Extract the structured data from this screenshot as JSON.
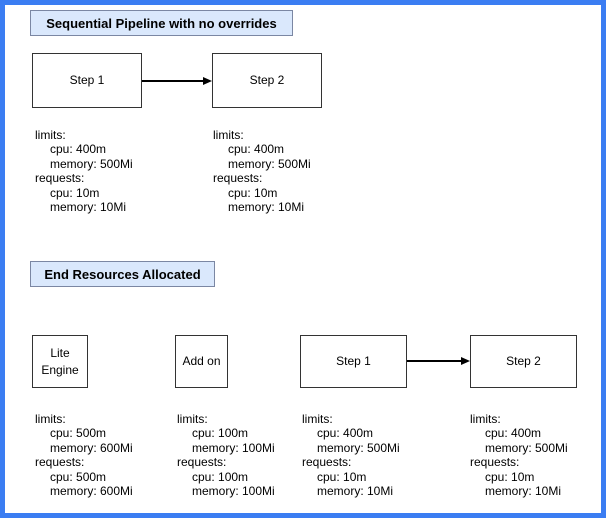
{
  "colors": {
    "frame_border": "#3b7df2",
    "title_fill": "#dae8fc",
    "title_border": "#7b87a3",
    "node_border": "#333333"
  },
  "section1": {
    "title": "Sequential Pipeline with no overrides",
    "nodes": {
      "step1": "Step 1",
      "step2": "Step 2"
    },
    "blocks": {
      "step1": {
        "lines": [
          "limits:",
          "cpu: 400m",
          "memory: 500Mi",
          "requests:",
          "cpu: 10m",
          "memory: 10Mi"
        ]
      },
      "step2": {
        "lines": [
          "limits:",
          "cpu: 400m",
          "memory: 500Mi",
          "requests:",
          "cpu: 10m",
          "memory: 10Mi"
        ]
      }
    }
  },
  "section2": {
    "title": "End Resources Allocated",
    "nodes": {
      "lite_engine_line1": "Lite",
      "lite_engine_line2": "Engine",
      "addon": "Add on",
      "step1": "Step 1",
      "step2": "Step 2"
    },
    "blocks": {
      "lite_engine": {
        "lines": [
          "limits:",
          "cpu: 500m",
          "memory: 600Mi",
          "requests:",
          "cpu: 500m",
          "memory: 600Mi"
        ]
      },
      "addon": {
        "lines": [
          "limits:",
          "cpu: 100m",
          "memory: 100Mi",
          "requests:",
          "cpu: 100m",
          "memory: 100Mi"
        ]
      },
      "step1": {
        "lines": [
          "limits:",
          "cpu: 400m",
          "memory: 500Mi",
          "requests:",
          "cpu: 10m",
          "memory: 10Mi"
        ]
      },
      "step2": {
        "lines": [
          "limits:",
          "cpu: 400m",
          "memory: 500Mi",
          "requests:",
          "cpu: 10m",
          "memory: 10Mi"
        ]
      }
    }
  }
}
